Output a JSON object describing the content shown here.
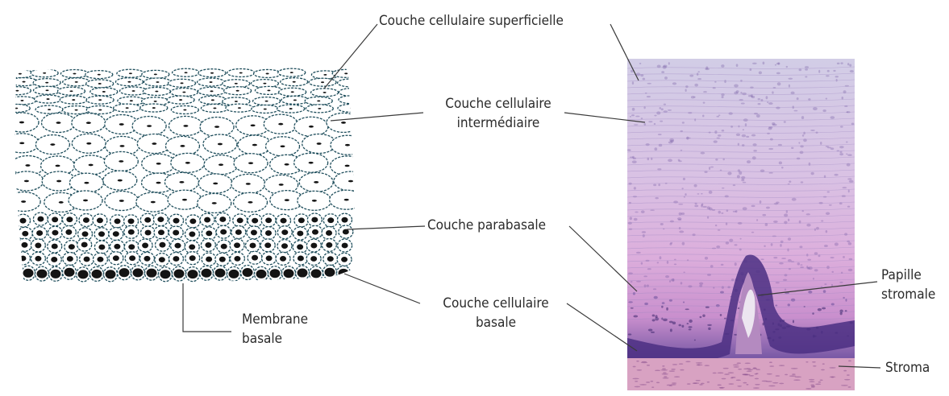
{
  "labels": {
    "superficielle": "Couche cellulaire superficielle",
    "intermediaire": [
      "Couche cellulaire",
      "intermédiaire"
    ],
    "parabasale": "Couche parabasale",
    "basale": [
      "Couche cellulaire",
      "basale"
    ],
    "membrane": [
      "Membrane",
      "basale"
    ],
    "papille": [
      "Papille",
      "stromale"
    ],
    "stroma": "Stroma"
  },
  "colors": {
    "line": "#3a3a3a",
    "cell_outline": "#1f4e5c",
    "nucleus": "#141414",
    "histo_top": "#c9c4e0",
    "histo_mid": "#d7a9d6",
    "histo_basal": "#5a3d8e",
    "stroma": "#d8a6c4"
  }
}
